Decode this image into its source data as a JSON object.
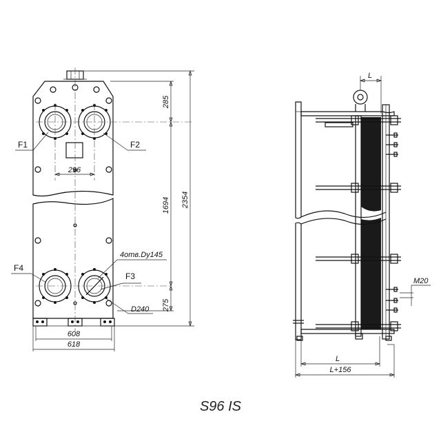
{
  "title": "S96 IS",
  "ports": {
    "f1": "F1",
    "f2": "F2",
    "f3": "F3",
    "f4": "F4"
  },
  "dimensions": {
    "top_offset": "285",
    "middle_height": "1694",
    "total_height": "2354",
    "bottom_offset": "275",
    "port_spacing": "296",
    "inner_width": "608",
    "outer_width": "618",
    "pack_length": "L",
    "total_length": "L+156",
    "top_small": "L",
    "bolt_thread": "M20"
  },
  "annotations": {
    "holes": "4отв.Dy145",
    "bolt_circle": "D240"
  }
}
